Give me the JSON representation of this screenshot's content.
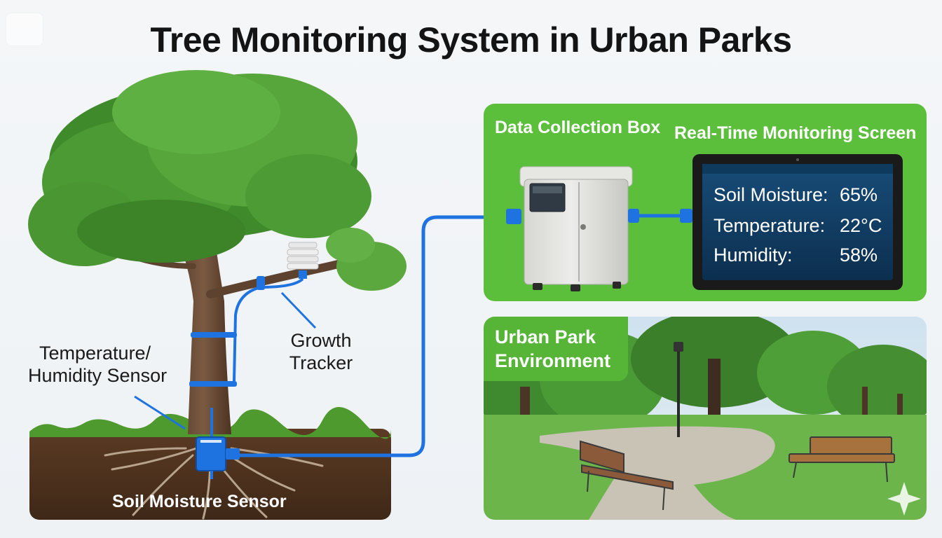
{
  "title": "Tree Monitoring System in Urban Parks",
  "labels": {
    "temp_humidity_sensor_line1": "Temperature/",
    "temp_humidity_sensor_line2": "Humidity Sensor",
    "growth_tracker_line1": "Growth",
    "growth_tracker_line2": "Tracker",
    "soil_moisture_sensor": "Soil Moisture Sensor",
    "data_collection_box": "Data Collection Box",
    "monitoring_screen": "Real-Time Monitoring Screen",
    "urban_park_line1": "Urban Park",
    "urban_park_line2": "Environment"
  },
  "screen": {
    "rows": [
      {
        "name": "Soil Moisture:",
        "value": "65%"
      },
      {
        "name": "Temperature:",
        "value": "22°C"
      },
      {
        "name": "Humidity:",
        "value": "58%"
      }
    ]
  },
  "colors": {
    "panel_green": "#5cbf3c",
    "cable_blue": "#1e73e0",
    "screen_bg": "#0f3f66"
  }
}
